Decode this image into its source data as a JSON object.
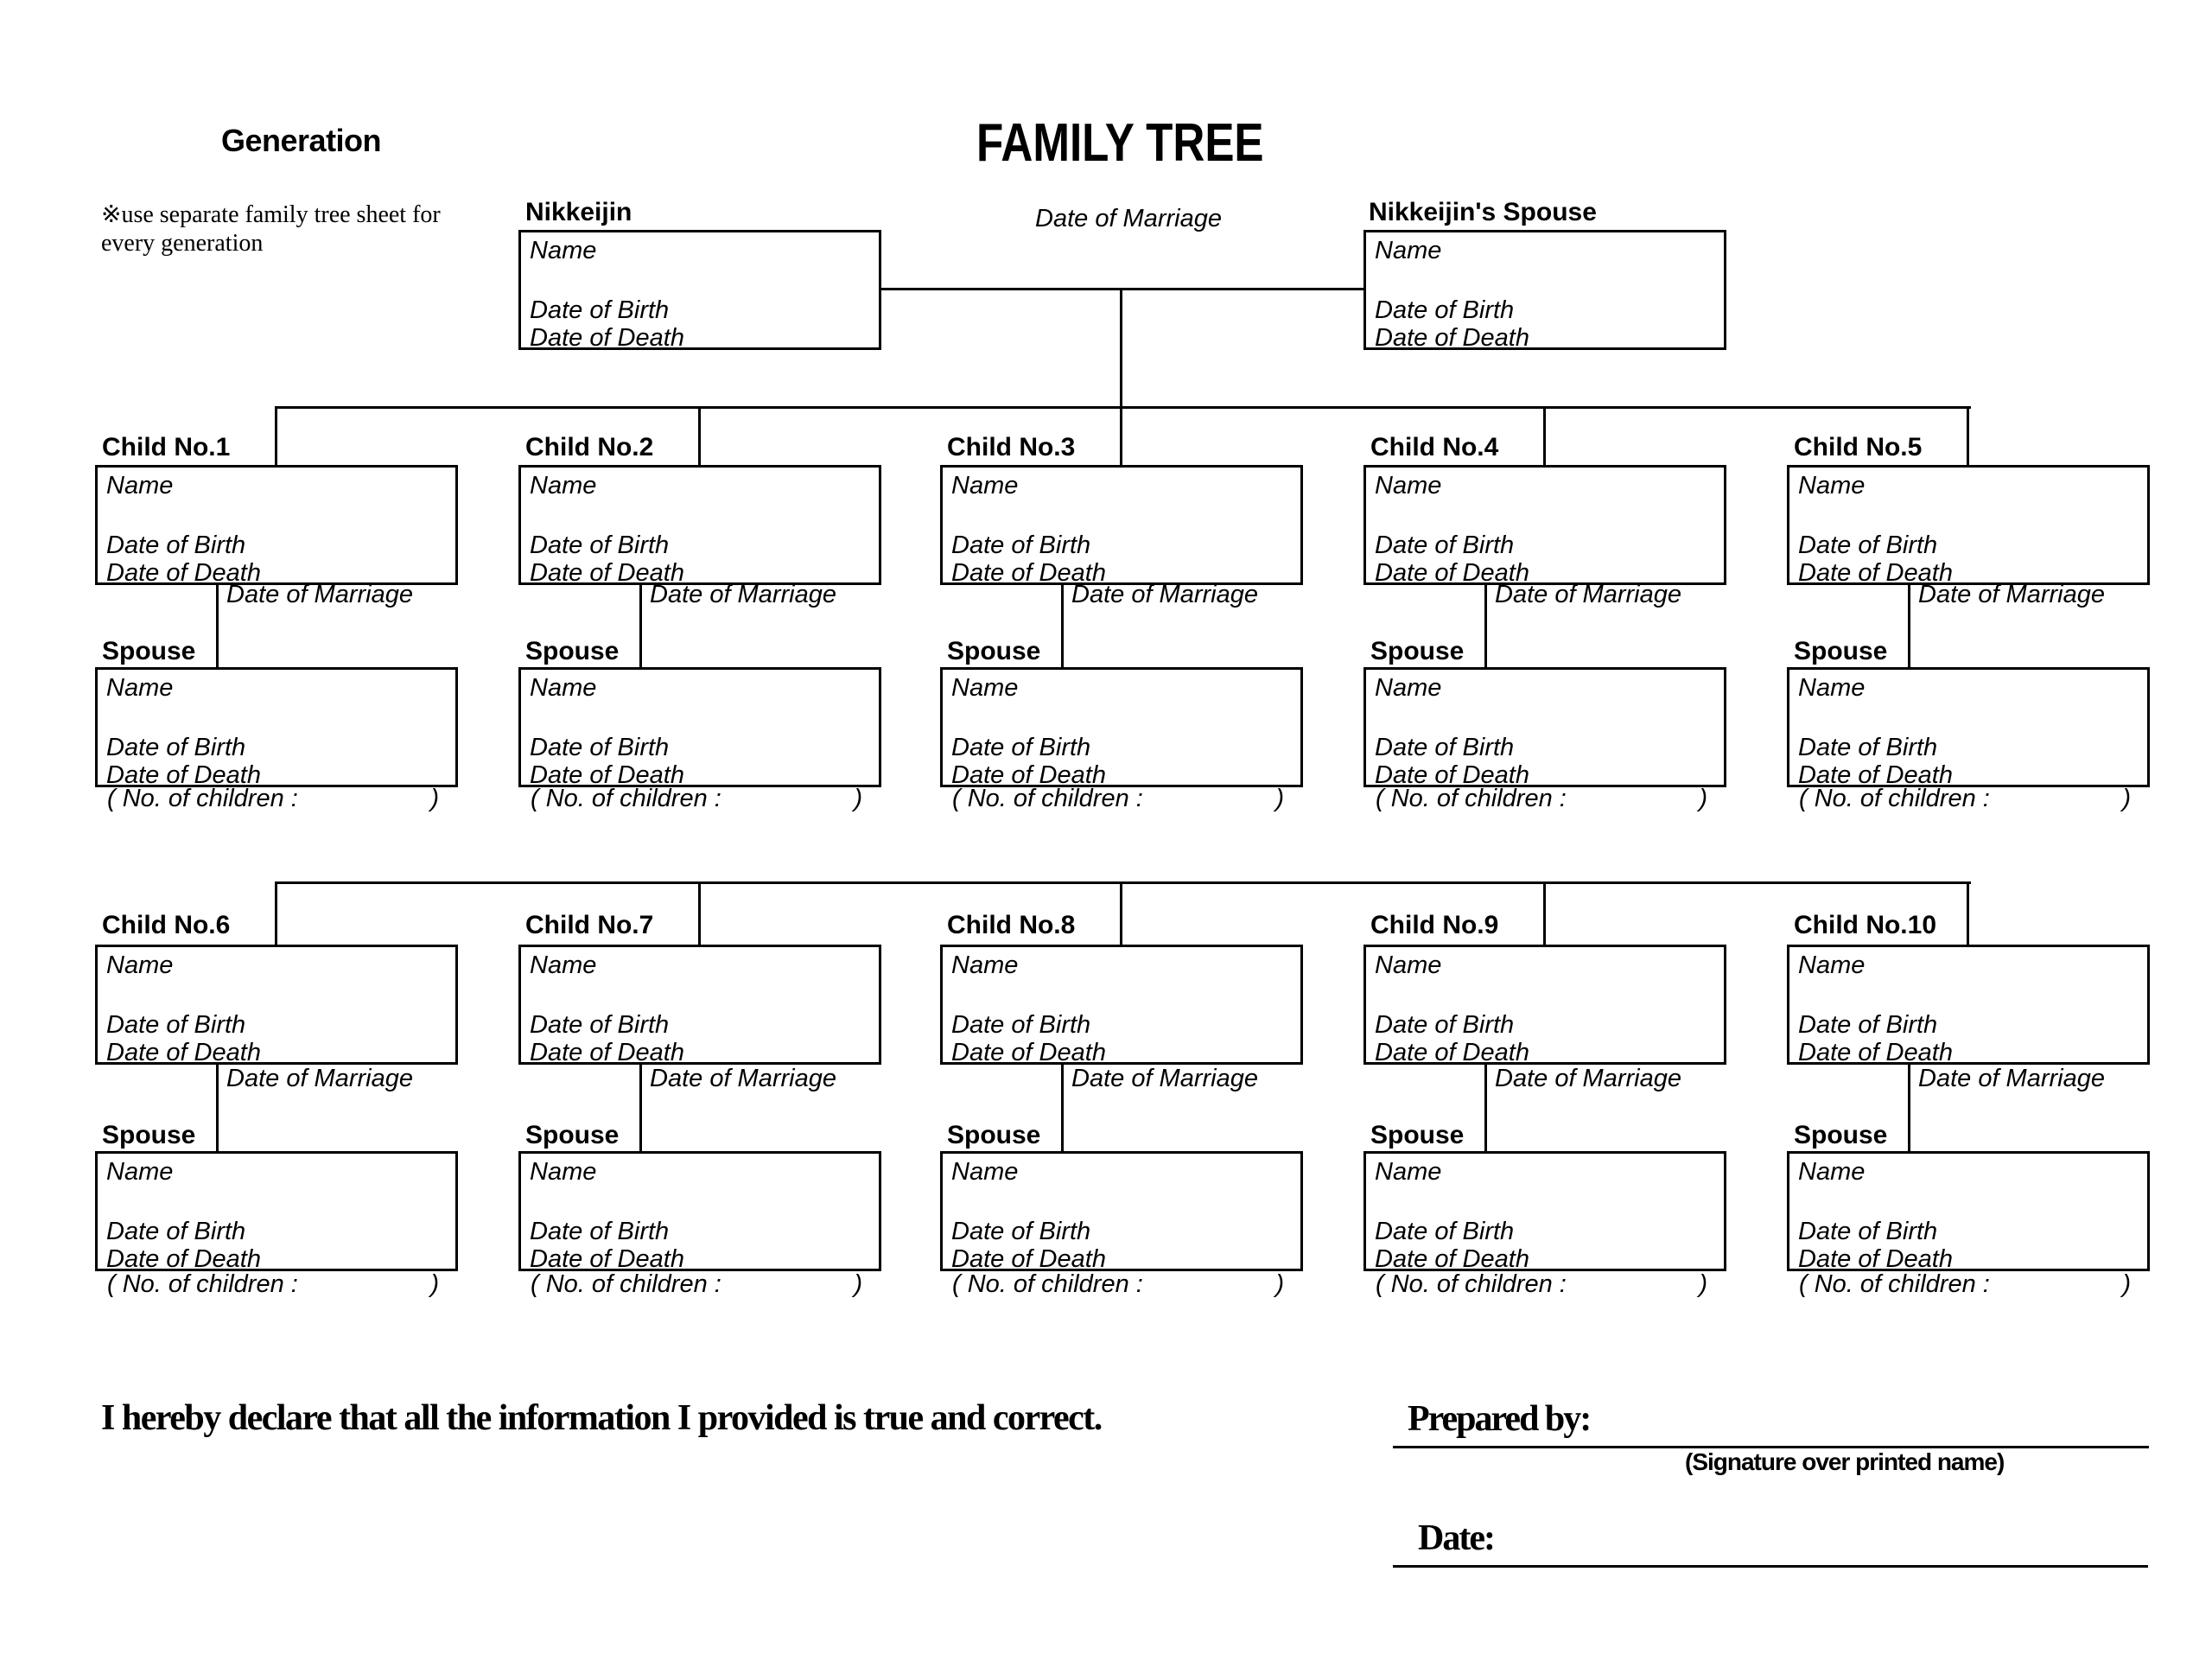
{
  "page": {
    "generation_label": "Generation",
    "title": "FAMILY TREE",
    "note": "※use separate family tree sheet for every generation"
  },
  "parents": {
    "person_label": "Nikkeijin",
    "spouse_label": "Nikkeijin's Spouse",
    "marriage_label": "Date of Marriage"
  },
  "fields": {
    "name": "Name",
    "birth": "Date of Birth",
    "death": "Date of Death"
  },
  "child_unit": {
    "marriage_label": "Date of Marriage",
    "spouse_label": "Spouse",
    "children_count_open": "( No. of children :",
    "children_count_close": ")"
  },
  "children": [
    "Child No.1",
    "Child No.2",
    "Child No.3",
    "Child No.4",
    "Child No.5",
    "Child No.6",
    "Child No.7",
    "Child No.8",
    "Child No.9",
    "Child No.10"
  ],
  "footer": {
    "declaration": "I hereby declare that all the information I provided is true and correct.",
    "prepared_by_label": "Prepared by:",
    "signature_note": "(Signature over printed name)",
    "date_label": "Date:"
  },
  "colors": {
    "ink": "#000000",
    "paper": "#ffffff"
  }
}
